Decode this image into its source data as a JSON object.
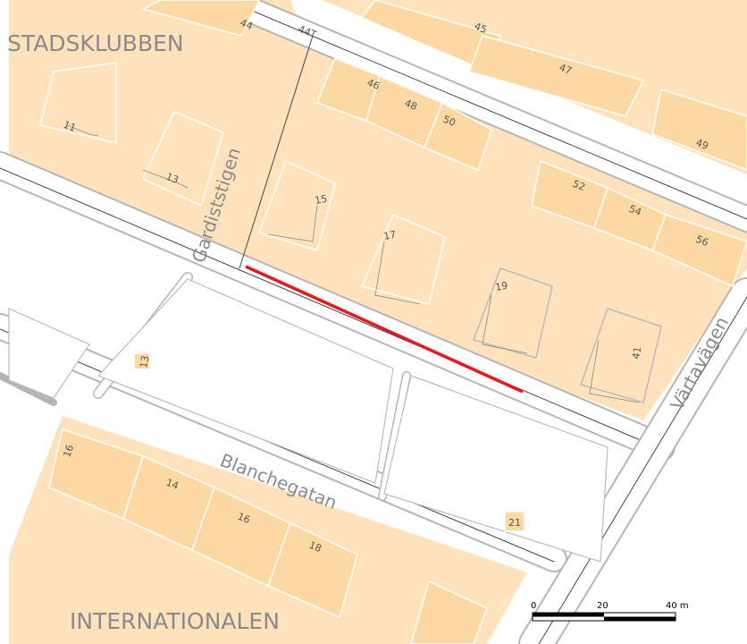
{
  "map": {
    "districts": {
      "top": "STADSKLUBBEN",
      "bottom": "INTERNATIONALEN"
    },
    "streets": {
      "gardiststigen": "Gardiststigen",
      "blanchegatan": "Blanchegatan",
      "vartavagen": "Värtavägen"
    },
    "house_numbers": {
      "n44": "44",
      "n44t": "44T",
      "n45": "45",
      "n47": "47",
      "n46": "46",
      "n48": "48",
      "n50": "50",
      "n49": "49",
      "n11": "11",
      "n13": "13",
      "n15": "15",
      "n17": "17",
      "n52": "52",
      "n54": "54",
      "n56": "56",
      "n19": "19",
      "n41": "41",
      "n13b": "13",
      "n21": "21",
      "n16a": "16",
      "n14": "14",
      "n16b": "16",
      "n18": "18"
    },
    "scale_bar": {
      "label_0": "0",
      "label_20": "20",
      "label_40": "40 m"
    },
    "colors": {
      "block": "#fde0b6",
      "building": "#fcd9a4",
      "road_edge": "#b8b8b8",
      "highlight": "#e8191c"
    }
  }
}
